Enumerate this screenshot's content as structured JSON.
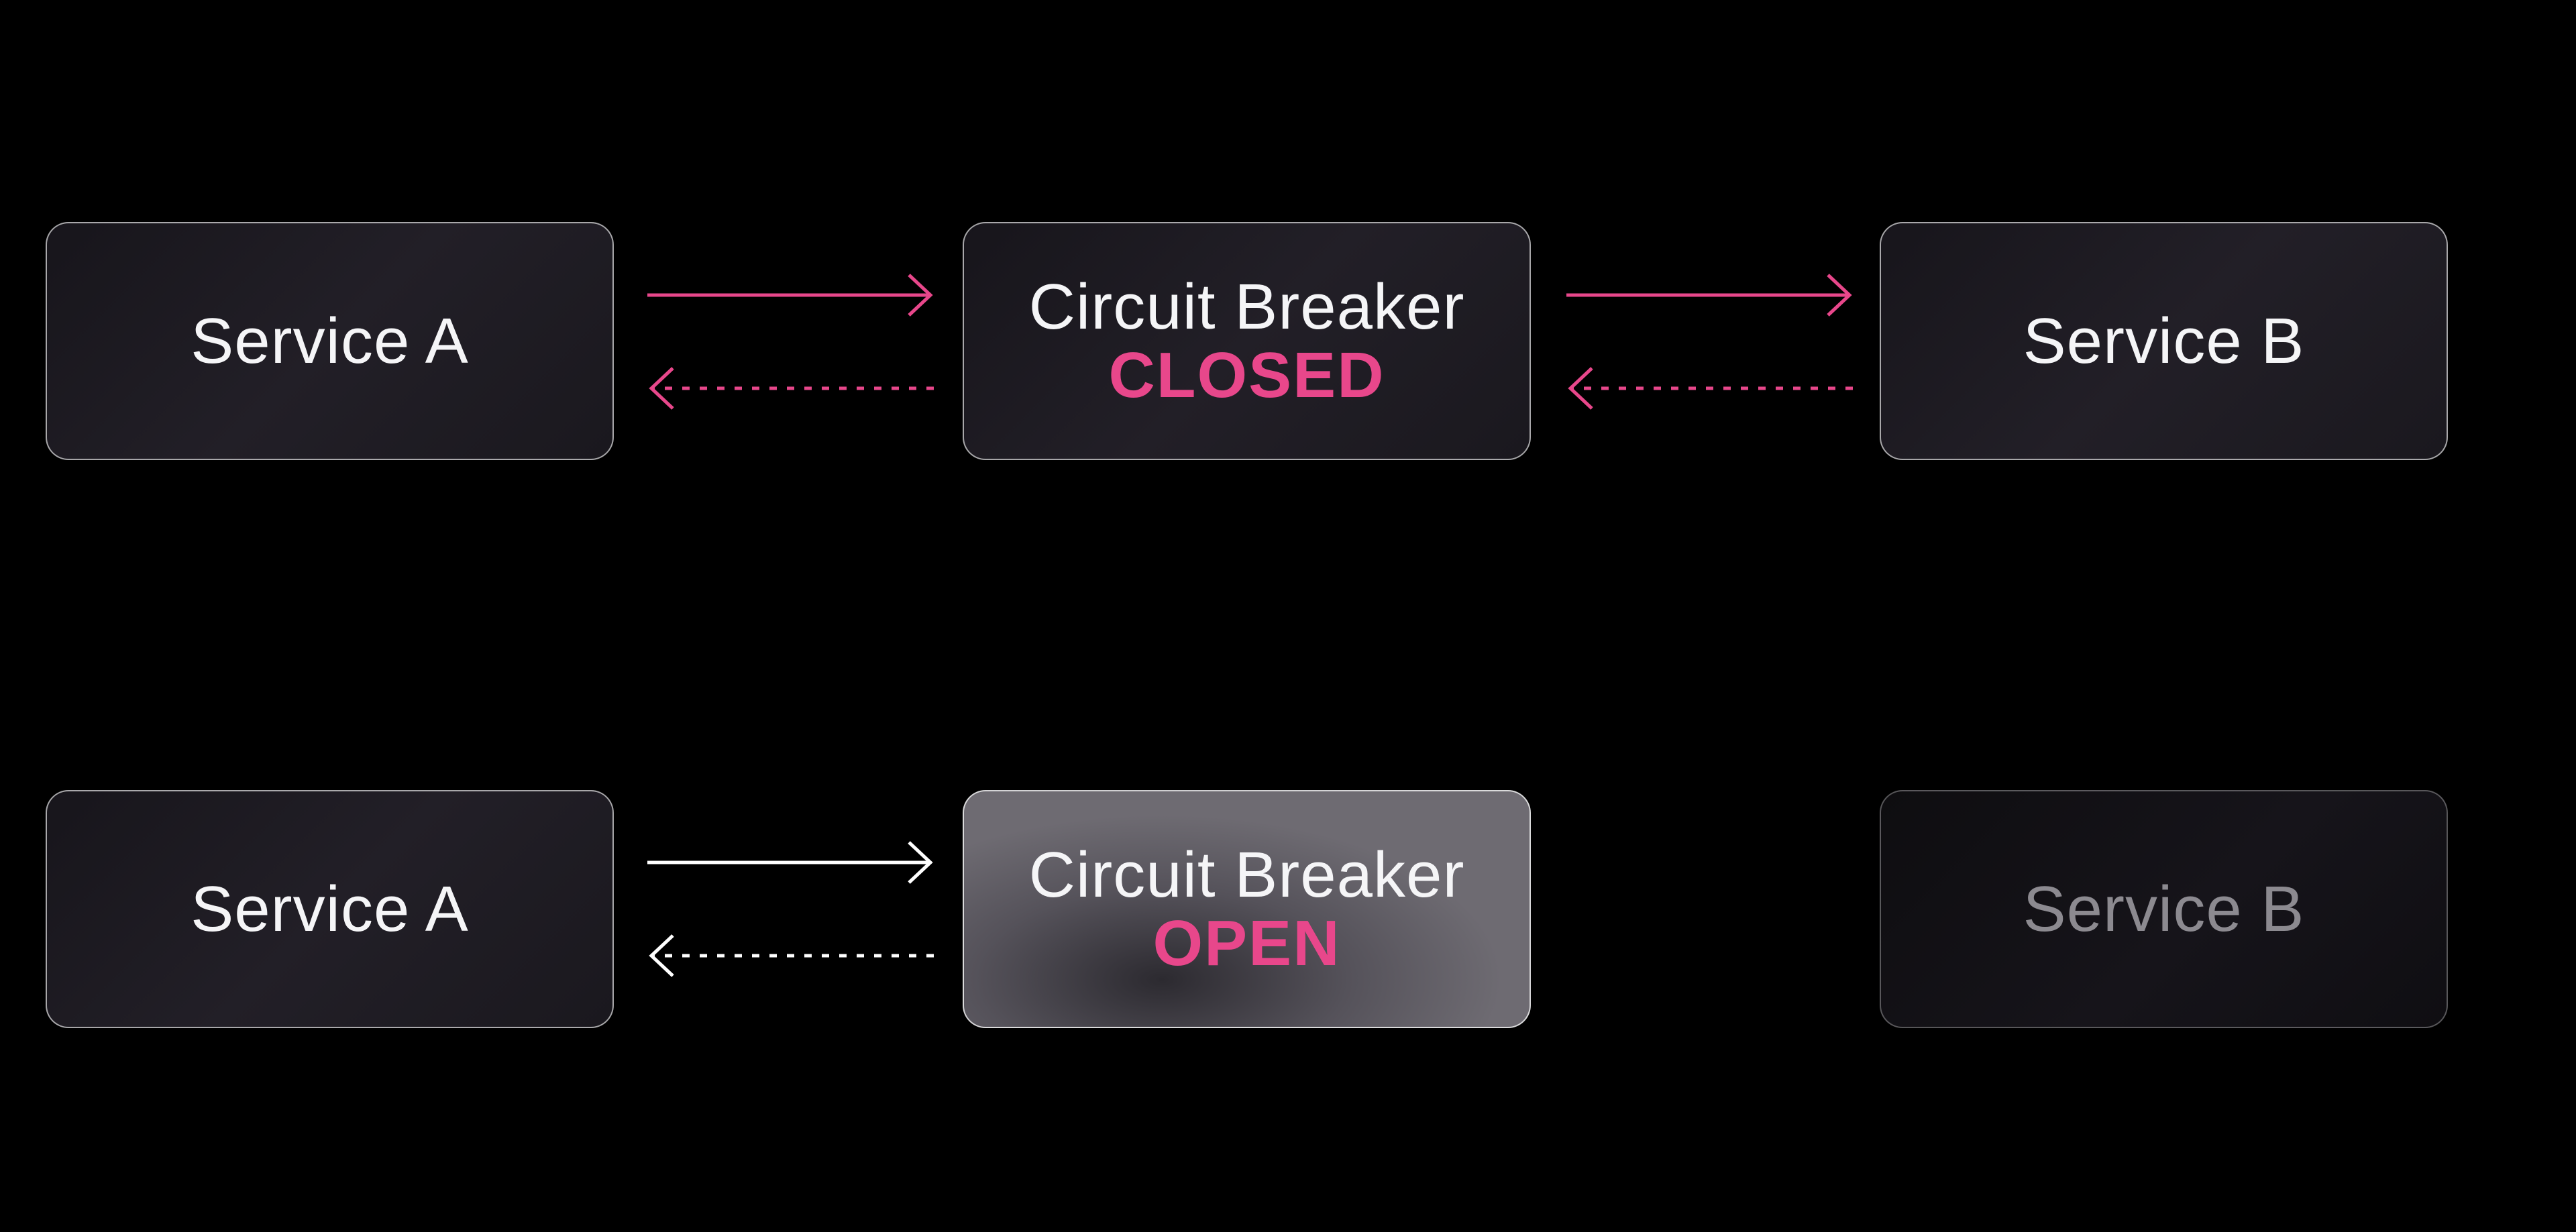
{
  "colors": {
    "accent": "#e8478b",
    "neutral_arrow": "#ffffff",
    "background": "#000000"
  },
  "row1": {
    "service_a": "Service A",
    "breaker_title": "Circuit Breaker",
    "breaker_state": "CLOSED",
    "service_b": "Service B"
  },
  "row2": {
    "service_a": "Service A",
    "breaker_title": "Circuit Breaker",
    "breaker_state": "OPEN",
    "service_b": "Service B"
  }
}
